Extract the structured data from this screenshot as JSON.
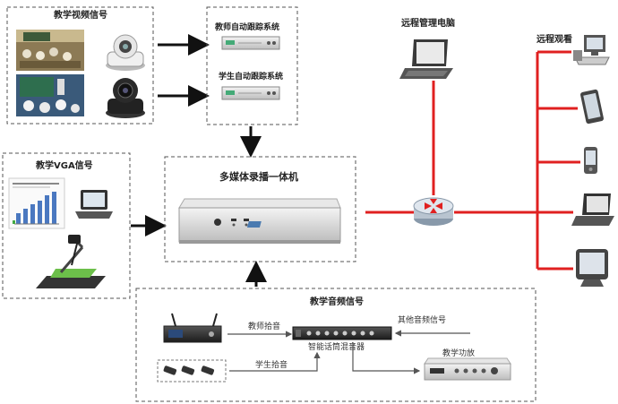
{
  "video_group": {
    "title": "教学视频信号"
  },
  "tracking": {
    "teacher_label": "教师自动跟踪系统",
    "student_label": "学生自动跟踪系统"
  },
  "vga_group": {
    "title": "教学VGA信号"
  },
  "recorder": {
    "title": "多媒体录播一体机"
  },
  "remote": {
    "pc_label": "远程管理电脑",
    "viewing_label": "远程观看"
  },
  "audio_group": {
    "title": "教学音频信号",
    "teacher_pickup": "教师拾音",
    "student_pickup": "学生拾音",
    "other_audio": "其他音频信号",
    "mixer_label": "智能话筒混音器",
    "amplifier_label": "教学功放"
  },
  "colors": {
    "network_line": "#e02020",
    "arrow": "#111111",
    "dashed_border": "#555555"
  }
}
